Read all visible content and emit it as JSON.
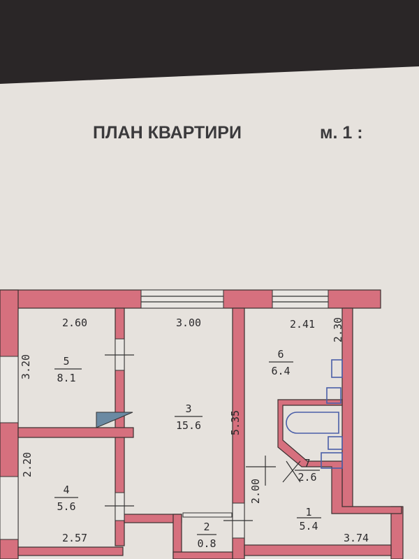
{
  "title": "ПЛАН КВАРТИРИ",
  "scale": "м. 1 :",
  "rooms": [
    {
      "number": "1",
      "area": "5.4"
    },
    {
      "number": "2",
      "area": "0.8"
    },
    {
      "number": "3",
      "area": "15.6"
    },
    {
      "number": "4",
      "area": "5.6"
    },
    {
      "number": "5",
      "area": "8.1"
    },
    {
      "number": "6",
      "area": "6.4"
    },
    {
      "number": "7",
      "area": "2.6"
    }
  ],
  "dimensions": {
    "room5_width": "2.60",
    "room5_depth": "3.20",
    "room3_width": "3.00",
    "room3_depth": "5.35",
    "room6_width": "2.41",
    "room6_depth": "2.30",
    "room4_depth": "2.20",
    "room4_width": "2.57",
    "room1_depth": "2.00",
    "room1_width": "3.74"
  }
}
